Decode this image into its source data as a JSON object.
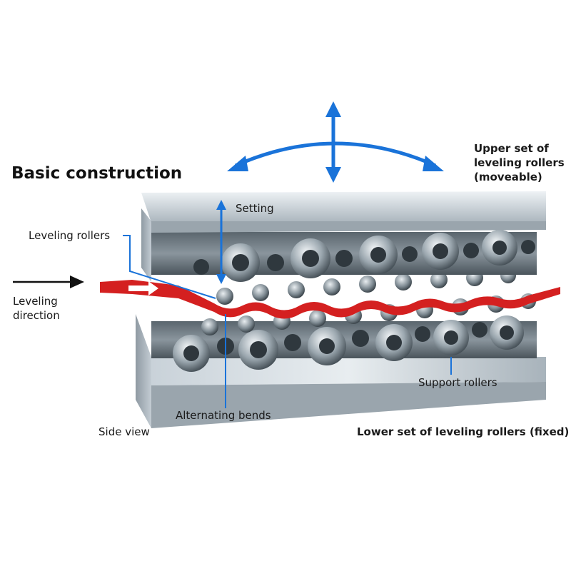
{
  "title": "Basic construction",
  "labels": {
    "upper_set": "Upper set of\nleveling rollers\n(moveable)",
    "setting": "Setting",
    "leveling_rollers": "Leveling rollers",
    "leveling_direction": "Leveling\ndirection",
    "support_rollers": "Support rollers",
    "alternating_bends": "Alternating bends",
    "side_view": "Side view",
    "lower_set": "Lower set of leveling rollers (fixed)"
  },
  "colors": {
    "accent_blue": "#1a73d9",
    "strip_red": "#d42020",
    "metal": "#b9c4cc"
  }
}
